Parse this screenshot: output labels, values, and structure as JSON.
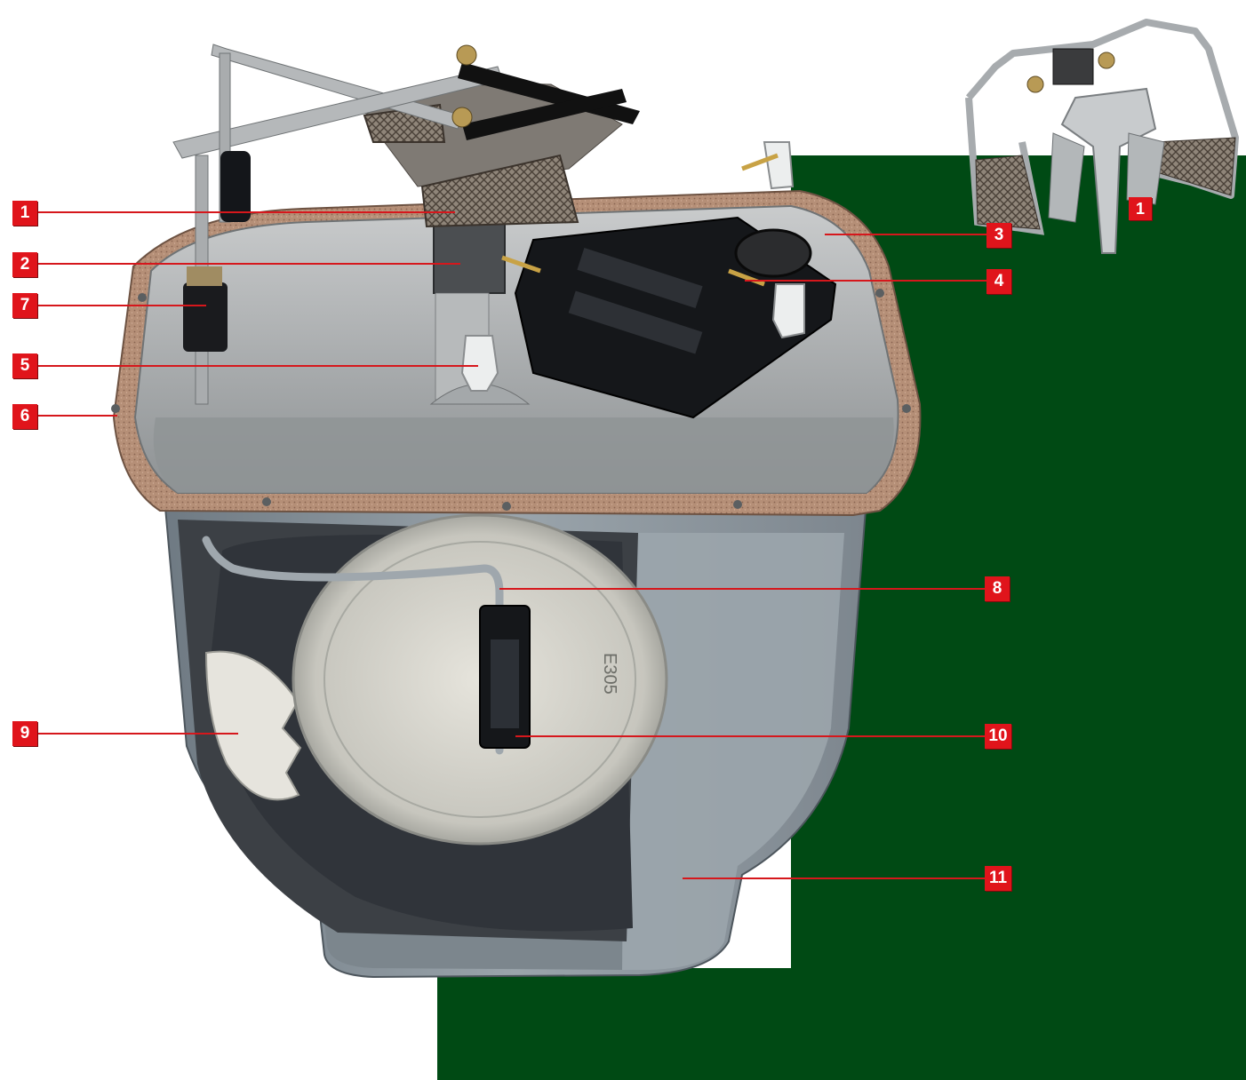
{
  "colors": {
    "panel_green": "#004a14",
    "callout_red": "#e0141b",
    "callout_text": "#ffffff",
    "housing_grey": "#8f99a1",
    "lid_silver": "#b9bcbe",
    "gasket_cork": "#b08a72"
  },
  "callouts": {
    "c1": "1",
    "c2": "2",
    "c3": "3",
    "c4": "4",
    "c5": "5",
    "c6": "6",
    "c7": "7",
    "c8": "8",
    "c9": "9",
    "c10": "10",
    "c11": "11",
    "c1_inset": "1"
  },
  "casting_mark": "E305"
}
